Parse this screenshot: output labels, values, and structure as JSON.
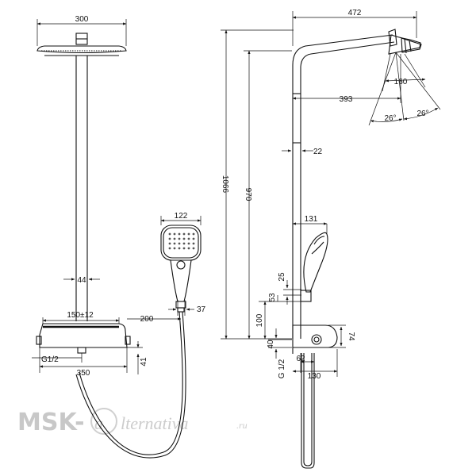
{
  "dimensions": {
    "front_view": {
      "head_width": "300",
      "pipe_width": "44",
      "valve_offset": "150±12",
      "arm_reach": "200",
      "hand_shower_width": "122",
      "holder_depth": "37",
      "inlet_thread": "G1/2",
      "valve_width": "350",
      "valve_height": "41"
    },
    "side_view": {
      "overall_reach": "472",
      "arm_projection": "393",
      "head_depth": "160",
      "angle_left": "26°",
      "angle_right": "26°",
      "pipe_width": "22",
      "overall_height": "1066",
      "column_height": "970",
      "hand_shower_projection": "131",
      "holder_offset": "25",
      "holder_gap": "53",
      "valve_clearance": "100",
      "inlet_offset": "40",
      "inlet_thread": "G 1/2",
      "wall_distance": "62",
      "valve_depth": "130",
      "valve_side_height": "74"
    }
  },
  "watermark": {
    "brand": "MSK-",
    "glyph": "a",
    "script": "lternativa",
    "suffix": ".ru"
  }
}
